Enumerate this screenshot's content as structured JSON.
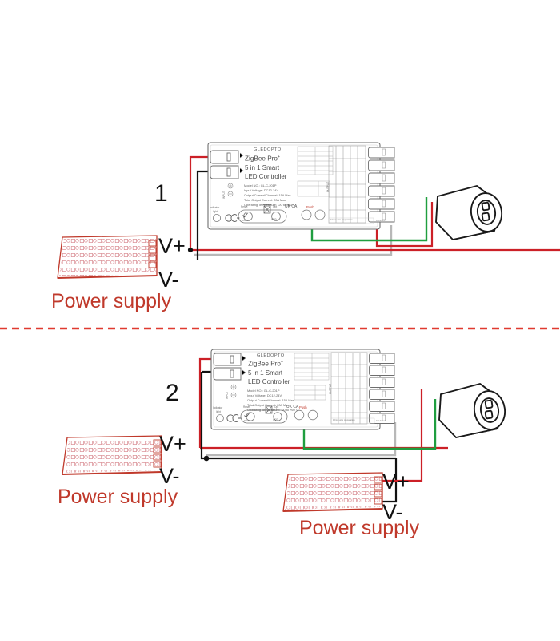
{
  "meta": {
    "doc_type": "wiring-diagram",
    "colors": {
      "red_wire": "#cc2027",
      "black_wire": "#111111",
      "green_wire": "#1f9e3f",
      "gray_wire": "#b8b8b8",
      "strip_red": "#c0392b",
      "divider": "#e03a30",
      "device_outline": "#6e6e6e"
    }
  },
  "divider": {
    "name": "section-divider",
    "style": "dashed"
  },
  "diagrams": [
    {
      "number": "1",
      "power_supplies": [
        {
          "v_plus": "V+",
          "v_minus": "V-",
          "caption": "Power supply"
        }
      ],
      "controller": {
        "brand": "GLEDOPTO",
        "brand_mark": "®",
        "product_line": "ZigBee Pro",
        "product_sup": "+",
        "model_line1": "5 in 1 Smart",
        "model_line2": "LED Controller",
        "specs": [
          "Model NO.: GL-C-201P",
          "Input Voltage: DC12-24V",
          "Output Current/Channel: 15A Max",
          "Total Output Current: 20A Max",
          "Operating Temperature: -20 to +60℃"
        ],
        "input_label": "INPUT",
        "output_label": "OUTPUT",
        "indicator_label_1": "Indicator",
        "indicator_label_2": "light",
        "button_reset": "Reset",
        "button_opt": "Opt",
        "push_label": "Push",
        "wire_prep_note": "10mm wire preparation",
        "wire_gauge_note": "0.5-2mm²",
        "marks": [
          "UK CA",
          "WEEE",
          "CE",
          "RoHS",
          "IP20"
        ],
        "indicator_table": {
          "headers": [
            "Indicator light",
            "Status"
          ],
          "rows": [
            [
              "White",
              "Broadcast"
            ],
            [
              "Yellow",
              "Standby"
            ],
            [
              "Blue",
              "Work"
            ],
            [
              "Green",
              "On"
            ],
            [
              "Red",
              "Dimmer"
            ]
          ]
        },
        "push_table": {
          "headers": [
            "Push Function",
            "Action"
          ],
          "rows": [
            [
              "Press",
              "on/off"
            ],
            [
              "Long Press",
              "Dim"
            ]
          ]
        },
        "output_table": {
          "col_labels": [
            "1",
            "2",
            "3",
            "4",
            "5"
          ],
          "rows": [
            [
              "R",
              "G",
              "B",
              "W",
              "C"
            ],
            [
              "R",
              "G",
              "B",
              "W",
              "-"
            ],
            [
              "R",
              "G",
              "B",
              "-",
              "-"
            ],
            [
              "W",
              "C",
              "-",
              "-",
              "-"
            ],
            [
              "V",
              "-",
              "-",
              "-",
              "-"
            ]
          ]
        }
      },
      "lamp": {
        "name": "led-lamp-fixture"
      },
      "wires": [
        {
          "from": "power-supply-vplus",
          "to": "controller-input-plus",
          "color": "red"
        },
        {
          "from": "power-supply-vminus",
          "to": "controller-input-minus",
          "color": "black"
        },
        {
          "from": "controller-output",
          "to": "lamp",
          "color": "green"
        },
        {
          "from": "controller-output",
          "to": "lamp",
          "color": "red"
        },
        {
          "from": "controller-output",
          "to": "lamp",
          "color": "gray"
        }
      ]
    },
    {
      "number": "2",
      "power_supplies": [
        {
          "v_plus": "V+",
          "v_minus": "V-",
          "caption": "Power supply"
        },
        {
          "v_plus": "V+",
          "v_minus": "V-",
          "caption": "Power supply"
        }
      ],
      "controller": {
        "brand": "GLEDOPTO",
        "brand_mark": "®",
        "product_line": "ZigBee Pro",
        "product_sup": "+",
        "model_line1": "5 in 1 Smart",
        "model_line2": "LED Controller",
        "specs": [
          "Model NO.: GL-C-201P",
          "Input Voltage: DC12-24V",
          "Output Current/Channel: 15A Max",
          "Total Output Current: 20A Max",
          "Operating Temperature: -20 to +60℃"
        ],
        "input_label": "INPUT",
        "output_label": "OUTPUT",
        "indicator_label_1": "Indicator",
        "indicator_label_2": "light",
        "button_reset": "Reset",
        "button_opt": "Opt",
        "push_label": "Push",
        "wire_prep_note": "10mm wire preparation",
        "wire_gauge_note": "0.5-2mm²",
        "marks": [
          "UK CA",
          "WEEE",
          "CE",
          "RoHS",
          "IP20"
        ],
        "indicator_table": {
          "headers": [
            "Indicator light",
            "Status"
          ],
          "rows": [
            [
              "White",
              "Broadcast"
            ],
            [
              "Yellow",
              "Standby"
            ],
            [
              "Blue",
              "Work"
            ],
            [
              "Green",
              "On"
            ],
            [
              "Red",
              "Dimmer"
            ]
          ]
        },
        "push_table": {
          "headers": [
            "Push Function",
            "Action"
          ],
          "rows": [
            [
              "Press",
              "on/off"
            ],
            [
              "Long Press",
              "Dim"
            ]
          ]
        },
        "output_table": {
          "col_labels": [
            "1",
            "2",
            "3",
            "4",
            "5"
          ],
          "rows": [
            [
              "R",
              "G",
              "B",
              "W",
              "C"
            ],
            [
              "R",
              "G",
              "B",
              "W",
              "-"
            ],
            [
              "R",
              "G",
              "B",
              "-",
              "-"
            ],
            [
              "W",
              "C",
              "-",
              "-",
              "-"
            ],
            [
              "V",
              "-",
              "-",
              "-",
              "-"
            ]
          ]
        }
      },
      "lamp": {
        "name": "led-lamp-fixture"
      },
      "wires": [
        {
          "from": "power-supply-1-vplus",
          "to": "controller-input-plus",
          "color": "red"
        },
        {
          "from": "power-supply-1-vminus",
          "to": "junction",
          "color": "black"
        },
        {
          "from": "junction",
          "to": "power-supply-2-vminus",
          "color": "black"
        },
        {
          "from": "power-supply-2-vplus",
          "to": "lamp",
          "color": "red"
        },
        {
          "from": "controller-output",
          "to": "lamp",
          "color": "green"
        },
        {
          "from": "controller-output",
          "to": "junction",
          "color": "gray"
        }
      ]
    }
  ]
}
